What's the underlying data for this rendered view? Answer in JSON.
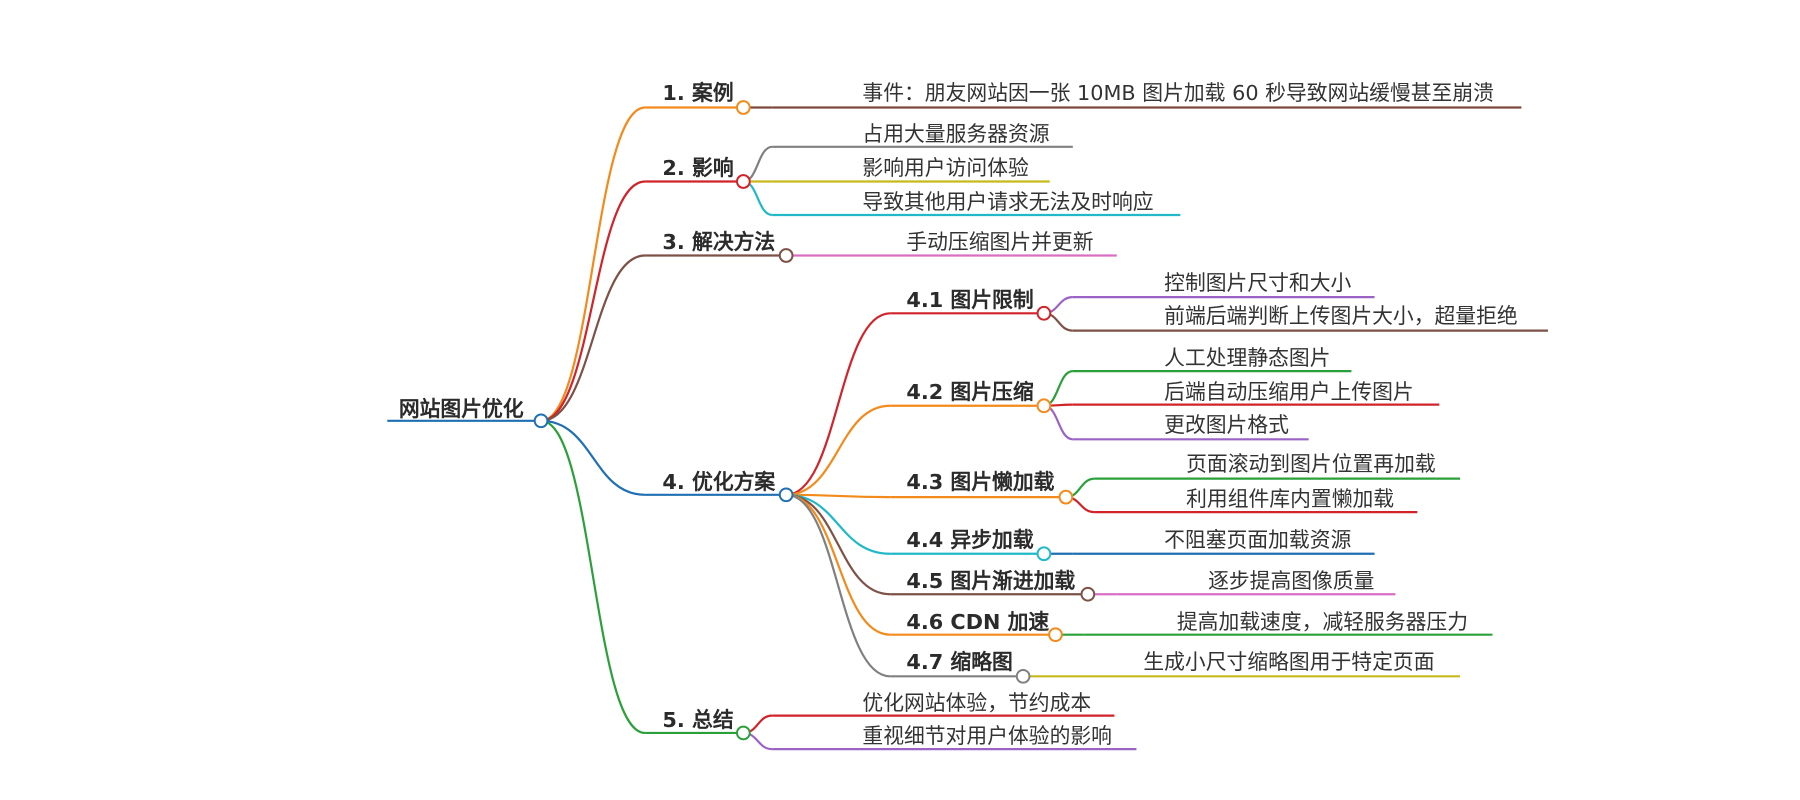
{
  "root": {
    "label": "网站图片优化",
    "color": "#1f6fb2"
  },
  "branches": [
    {
      "id": "b1",
      "label": "1. 案例",
      "color": "#f28a1c",
      "node_icon": "circle-node-icon",
      "leaves": [
        {
          "label": "事件：朋友网站因一张 10MB 图片加载 60 秒导致网站缓慢甚至崩溃",
          "color": "#7a4a3e"
        }
      ]
    },
    {
      "id": "b2",
      "label": "2. 影响",
      "color": "#d0232a",
      "node_icon": "circle-node-icon",
      "leaves": [
        {
          "label": "占用大量服务器资源",
          "color": "#808080"
        },
        {
          "label": "影响用户访问体验",
          "color": "#c6b91c"
        },
        {
          "label": "导致其他用户请求无法及时响应",
          "color": "#21b9c8"
        }
      ]
    },
    {
      "id": "b3",
      "label": "3. 解决方法",
      "color": "#7d5146",
      "node_icon": "circle-node-icon",
      "leaves": [
        {
          "label": "手动压缩图片并更新",
          "color": "#d96fc4"
        }
      ]
    },
    {
      "id": "b4",
      "label": "4. 优化方案",
      "color": "#1f6fb2",
      "node_icon": "circle-node-icon",
      "children": [
        {
          "id": "s41",
          "label": "4.1 图片限制",
          "color": "#d0232a",
          "leaves": [
            {
              "label": "控制图片尺寸和大小",
              "color": "#9a63c5"
            },
            {
              "label": "前端后端判断上传图片大小，超量拒绝",
              "color": "#7d5146"
            }
          ]
        },
        {
          "id": "s42",
          "label": "4.2 图片压缩",
          "color": "#f28a1c",
          "leaves": [
            {
              "label": "人工处理静态图片",
              "color": "#2ba03a"
            },
            {
              "label": "后端自动压缩用户上传图片",
              "color": "#d0232a"
            },
            {
              "label": "更改图片格式",
              "color": "#9a63c5"
            }
          ]
        },
        {
          "id": "s43",
          "label": "4.3 图片懒加载",
          "color": "#f28a1c",
          "leaves": [
            {
              "label": "页面滚动到图片位置再加载",
              "color": "#2ba03a"
            },
            {
              "label": "利用组件库内置懒加载",
              "color": "#d0232a"
            }
          ]
        },
        {
          "id": "s44",
          "label": "4.4 异步加载",
          "color": "#21b9c8",
          "leaves": [
            {
              "label": "不阻塞页面加载资源",
              "color": "#1f6fb2"
            }
          ]
        },
        {
          "id": "s45",
          "label": "4.5 图片渐进加载",
          "color": "#7d5146",
          "leaves": [
            {
              "label": "逐步提高图像质量",
              "color": "#d96fc4"
            }
          ]
        },
        {
          "id": "s46",
          "label": "4.6 CDN 加速",
          "color": "#f28a1c",
          "leaves": [
            {
              "label": "提高加载速度，减轻服务器压力",
              "color": "#2ba03a"
            }
          ]
        },
        {
          "id": "s47",
          "label": "4.7 缩略图",
          "color": "#808080",
          "leaves": [
            {
              "label": "生成小尺寸缩略图用于特定页面",
              "color": "#c6b91c"
            }
          ]
        }
      ]
    },
    {
      "id": "b5",
      "label": "5. 总结",
      "color": "#2ba03a",
      "node_icon": "circle-node-icon",
      "leaves": [
        {
          "label": "优化网站体验，节约成本",
          "color": "#d0232a"
        },
        {
          "label": "重视细节对用户体验的影响",
          "color": "#9a63c5"
        }
      ]
    }
  ]
}
